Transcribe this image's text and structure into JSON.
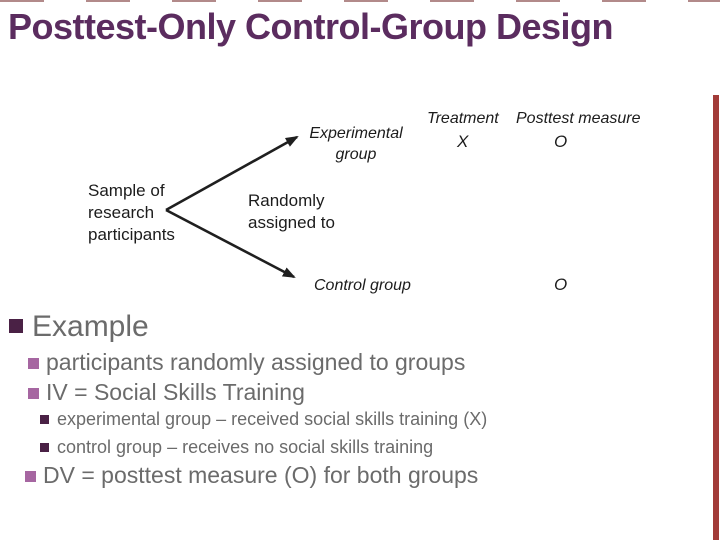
{
  "slide_title": "Posttest-Only Control-Group Design",
  "diagram": {
    "sample_lines": [
      "Sample of",
      "research",
      "participants"
    ],
    "assign_lines": [
      "Randomly",
      "assigned to"
    ],
    "experimental_lines": [
      "Experimental",
      "group"
    ],
    "control_label": "Control group",
    "columns": {
      "treatment": "Treatment",
      "posttest": "Posttest measure"
    },
    "cells": {
      "experimental_treatment": "X",
      "experimental_posttest": "O",
      "control_posttest": "O"
    }
  },
  "bullets": [
    {
      "level": 1,
      "text": "Example"
    },
    {
      "level": 2,
      "text": "participants randomly assigned to groups"
    },
    {
      "level": 2,
      "text": "IV = Social Skills Training"
    },
    {
      "level": 3,
      "text": "experimental group – received social skills training (X)"
    },
    {
      "level": 3,
      "text": "control group – receives no social skills training"
    },
    {
      "level": 2,
      "text": "DV = posttest measure (O) for both groups"
    }
  ],
  "colors": {
    "title": "#5b2c5f",
    "body_text": "#6b6b6b",
    "bullet_dark": "#4a2145",
    "bullet_mauve": "#a666a1",
    "accent_border": "#a23b38",
    "diagram_text": "#1c1c1c"
  }
}
